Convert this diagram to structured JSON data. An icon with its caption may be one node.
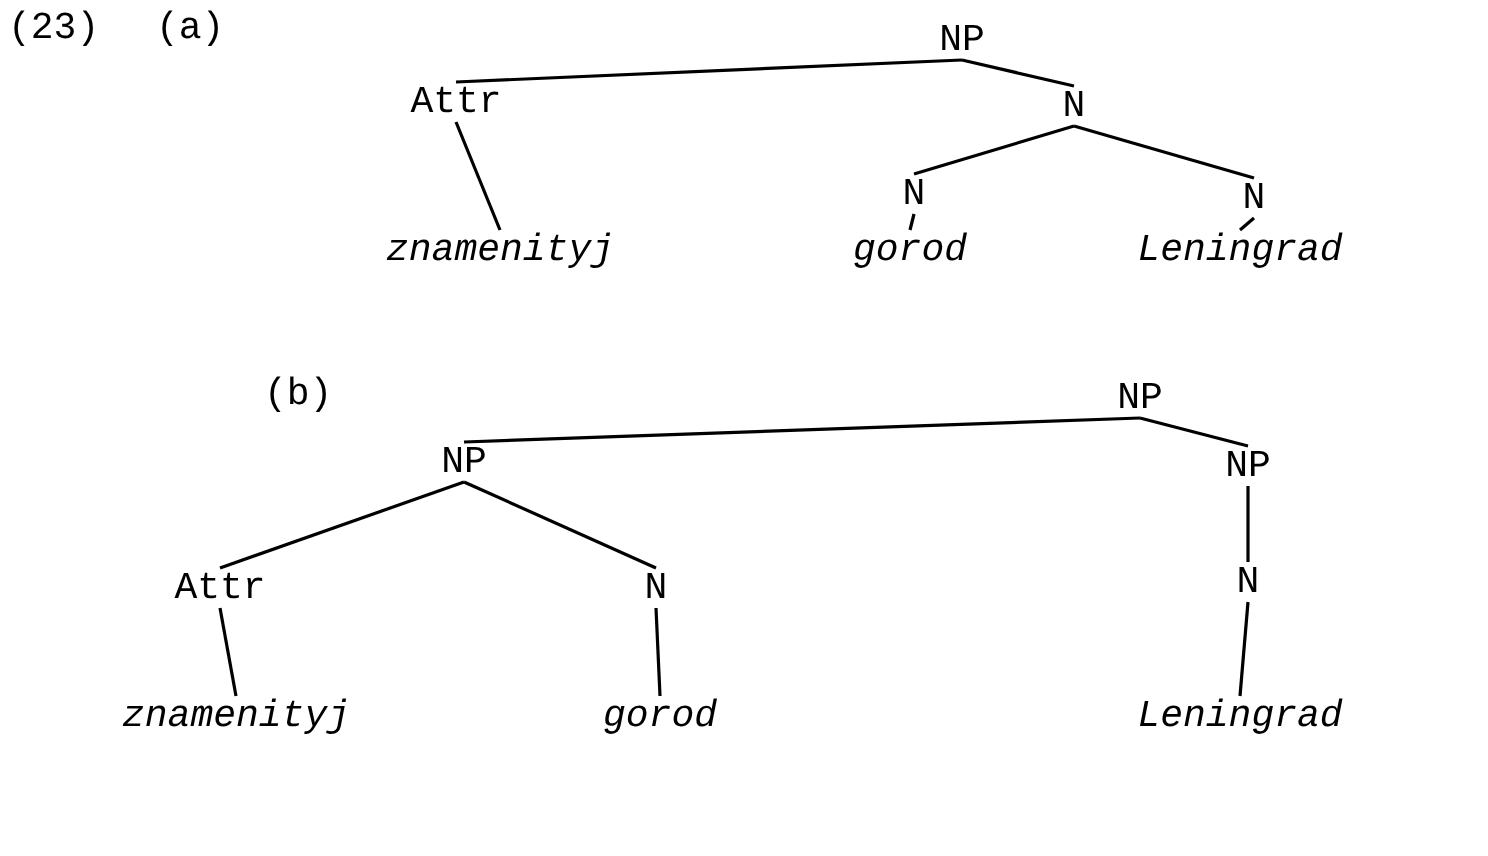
{
  "diagram": {
    "nodes": [
      {
        "text": [
          "NP"
        ]
      },
      {
        "text": [
          "Attr"
        ]
      },
      {
        "text": [
          "N"
        ]
      },
      {
        "text": [
          "znamenityj"
        ]
      },
      {
        "text": [
          "N"
        ]
      },
      {
        "text": [
          "N"
        ]
      },
      {
        "text": [
          "gorod"
        ]
      },
      {
        "text": [
          "Leningrad"
        ]
      },
      {
        "text": [
          "NP"
        ]
      },
      {
        "text": [
          "NP"
        ]
      },
      {
        "text": [
          "NP"
        ]
      },
      {
        "text": [
          "Attr"
        ]
      },
      {
        "text": [
          "N"
        ]
      },
      {
        "text": [
          "N"
        ]
      },
      {
        "text": [
          "znamenityj"
        ]
      },
      {
        "text": [
          "gorod"
        ]
      },
      {
        "text": [
          "Leningrad"
        ]
      }
    ],
    "edges": [
      {
        "from": 0,
        "to": 1,
        "arrow": "none"
      },
      {
        "from": 0,
        "to": 2,
        "arrow": "none"
      },
      {
        "from": 1,
        "to": 3,
        "arrow": "none"
      },
      {
        "from": 2,
        "to": 4,
        "arrow": "none"
      },
      {
        "from": 2,
        "to": 5,
        "arrow": "none"
      },
      {
        "from": 4,
        "to": 6,
        "arrow": "none"
      },
      {
        "from": 5,
        "to": 7,
        "arrow": "none"
      },
      {
        "from": 8,
        "to": 9,
        "arrow": "none"
      },
      {
        "from": 8,
        "to": 10,
        "arrow": "none"
      },
      {
        "from": 9,
        "to": 11,
        "arrow": "none"
      },
      {
        "from": 9,
        "to": 12,
        "arrow": "none"
      },
      {
        "from": 11,
        "to": 14,
        "arrow": "none"
      },
      {
        "from": 12,
        "to": 15,
        "arrow": "none"
      },
      {
        "from": 10,
        "to": 13,
        "arrow": "none"
      },
      {
        "from": 13,
        "to": 16,
        "arrow": "none"
      }
    ],
    "labels": [
      "(23)",
      "(a)",
      "(b)"
    ]
  }
}
